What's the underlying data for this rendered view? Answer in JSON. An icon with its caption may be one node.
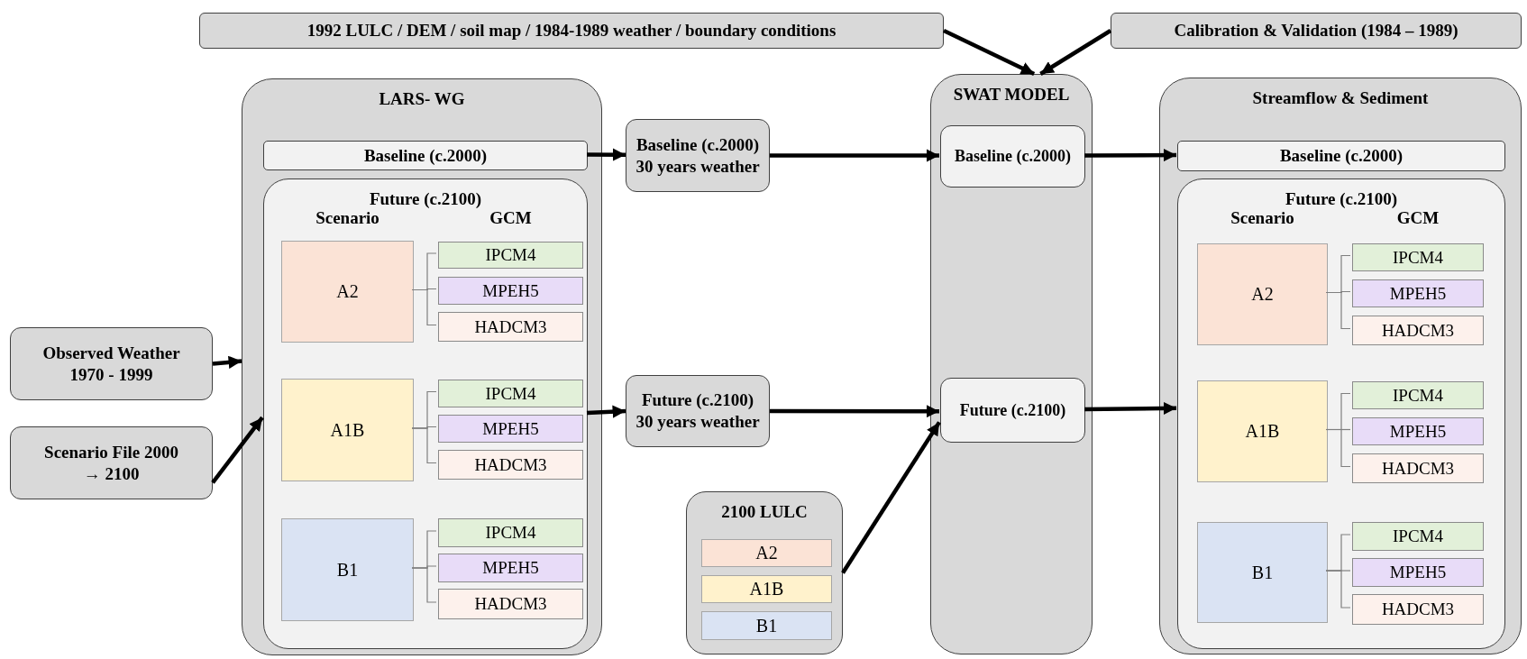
{
  "diagram": {
    "nodes": [
      {
        "text": [
          "1992 LULC / DEM / soil map / 1984-1989 weather / boundary conditions"
        ]
      },
      {
        "text": [
          "Calibration & Validation (1984 – 1989)"
        ]
      },
      {
        "text": [
          "LARS- WG"
        ]
      },
      {
        "text": [
          "Baseline (c.2000)"
        ],
        "in": 2
      },
      {
        "text": [
          "Future (c.2100)",
          "Scenario",
          "GCM"
        ],
        "in": 2
      },
      {
        "text": [
          "A2"
        ],
        "in": 4
      },
      {
        "text": [
          "IPCM4"
        ],
        "in": 4
      },
      {
        "text": [
          "MPEH5"
        ],
        "in": 4
      },
      {
        "text": [
          "HADCM3"
        ],
        "in": 4
      },
      {
        "text": [
          "A1B"
        ],
        "in": 4
      },
      {
        "text": [
          "IPCM4"
        ],
        "in": 4
      },
      {
        "text": [
          "MPEH5"
        ],
        "in": 4
      },
      {
        "text": [
          "HADCM3"
        ],
        "in": 4
      },
      {
        "text": [
          "B1"
        ],
        "in": 4
      },
      {
        "text": [
          "IPCM4"
        ],
        "in": 4
      },
      {
        "text": [
          "MPEH5"
        ],
        "in": 4
      },
      {
        "text": [
          "HADCM3"
        ],
        "in": 4
      },
      {
        "text": [
          "Observed Weather 1970 - 1999"
        ]
      },
      {
        "text": [
          "Scenario File 2000 → 2100"
        ]
      },
      {
        "text": [
          "Baseline (c.2000) 30 years weather"
        ]
      },
      {
        "text": [
          "Future (c.2100) 30 years weather"
        ]
      },
      {
        "text": [
          "2100 LULC"
        ]
      },
      {
        "text": [
          "A2"
        ],
        "in": 21
      },
      {
        "text": [
          "A1B"
        ],
        "in": 21
      },
      {
        "text": [
          "B1"
        ],
        "in": 21
      },
      {
        "text": [
          "SWAT MODEL"
        ]
      },
      {
        "text": [
          "Baseline (c.2000)"
        ],
        "in": 25
      },
      {
        "text": [
          "Future (c.2100)"
        ],
        "in": 25
      },
      {
        "text": [
          "Streamflow & Sediment"
        ]
      },
      {
        "text": [
          "Baseline (c.2000)"
        ],
        "in": 28
      },
      {
        "text": [
          "Future (c.2100)",
          "Scenario",
          "GCM"
        ],
        "in": 28
      },
      {
        "text": [
          "A2"
        ],
        "in": 30
      },
      {
        "text": [
          "IPCM4"
        ],
        "in": 30
      },
      {
        "text": [
          "MPEH5"
        ],
        "in": 30
      },
      {
        "text": [
          "HADCM3"
        ],
        "in": 30
      },
      {
        "text": [
          "A1B"
        ],
        "in": 30
      },
      {
        "text": [
          "IPCM4"
        ],
        "in": 30
      },
      {
        "text": [
          "MPEH5"
        ],
        "in": 30
      },
      {
        "text": [
          "HADCM3"
        ],
        "in": 30
      },
      {
        "text": [
          "B1"
        ],
        "in": 30
      },
      {
        "text": [
          "IPCM4"
        ],
        "in": 30
      },
      {
        "text": [
          "MPEH5"
        ],
        "in": 30
      },
      {
        "text": [
          "HADCM3"
        ],
        "in": 30
      }
    ],
    "edges": [
      {
        "from": 0,
        "to": 25,
        "arrow": "to",
        "style": "thick",
        "color": "#000000"
      },
      {
        "from": 1,
        "to": 25,
        "arrow": "to",
        "style": "thick",
        "color": "#000000"
      },
      {
        "from": 17,
        "to": 2,
        "arrow": "to",
        "style": "thick",
        "color": "#000000"
      },
      {
        "from": 18,
        "to": 4,
        "arrow": "to",
        "style": "thick",
        "color": "#000000"
      },
      {
        "from": 3,
        "to": 19,
        "arrow": "to",
        "style": "thick",
        "color": "#000000"
      },
      {
        "from": 4,
        "to": 20,
        "arrow": "to",
        "style": "thick",
        "color": "#000000"
      },
      {
        "from": 19,
        "to": 26,
        "arrow": "to",
        "style": "thick",
        "color": "#000000"
      },
      {
        "from": 20,
        "to": 27,
        "arrow": "to",
        "style": "thick",
        "color": "#000000"
      },
      {
        "from": 21,
        "to": 27,
        "arrow": "to",
        "style": "thick",
        "color": "#000000"
      },
      {
        "from": 26,
        "to": 29,
        "arrow": "to",
        "style": "thick",
        "color": "#000000"
      },
      {
        "from": 27,
        "to": 30,
        "arrow": "to",
        "style": "thick",
        "color": "#000000"
      },
      {
        "from": 5,
        "to": 6,
        "arrow": "none"
      },
      {
        "from": 5,
        "to": 7,
        "arrow": "none"
      },
      {
        "from": 5,
        "to": 8,
        "arrow": "none"
      },
      {
        "from": 9,
        "to": 10,
        "arrow": "none"
      },
      {
        "from": 9,
        "to": 11,
        "arrow": "none"
      },
      {
        "from": 9,
        "to": 12,
        "arrow": "none"
      },
      {
        "from": 13,
        "to": 14,
        "arrow": "none"
      },
      {
        "from": 13,
        "to": 15,
        "arrow": "none"
      },
      {
        "from": 13,
        "to": 16,
        "arrow": "none"
      },
      {
        "from": 31,
        "to": 32,
        "arrow": "none"
      },
      {
        "from": 31,
        "to": 33,
        "arrow": "none"
      },
      {
        "from": 31,
        "to": 34,
        "arrow": "none"
      },
      {
        "from": 35,
        "to": 36,
        "arrow": "none"
      },
      {
        "from": 35,
        "to": 37,
        "arrow": "none"
      },
      {
        "from": 35,
        "to": 38,
        "arrow": "none"
      },
      {
        "from": 39,
        "to": 40,
        "arrow": "none"
      },
      {
        "from": 39,
        "to": 41,
        "arrow": "none"
      },
      {
        "from": 39,
        "to": 42,
        "arrow": "none"
      }
    ]
  }
}
